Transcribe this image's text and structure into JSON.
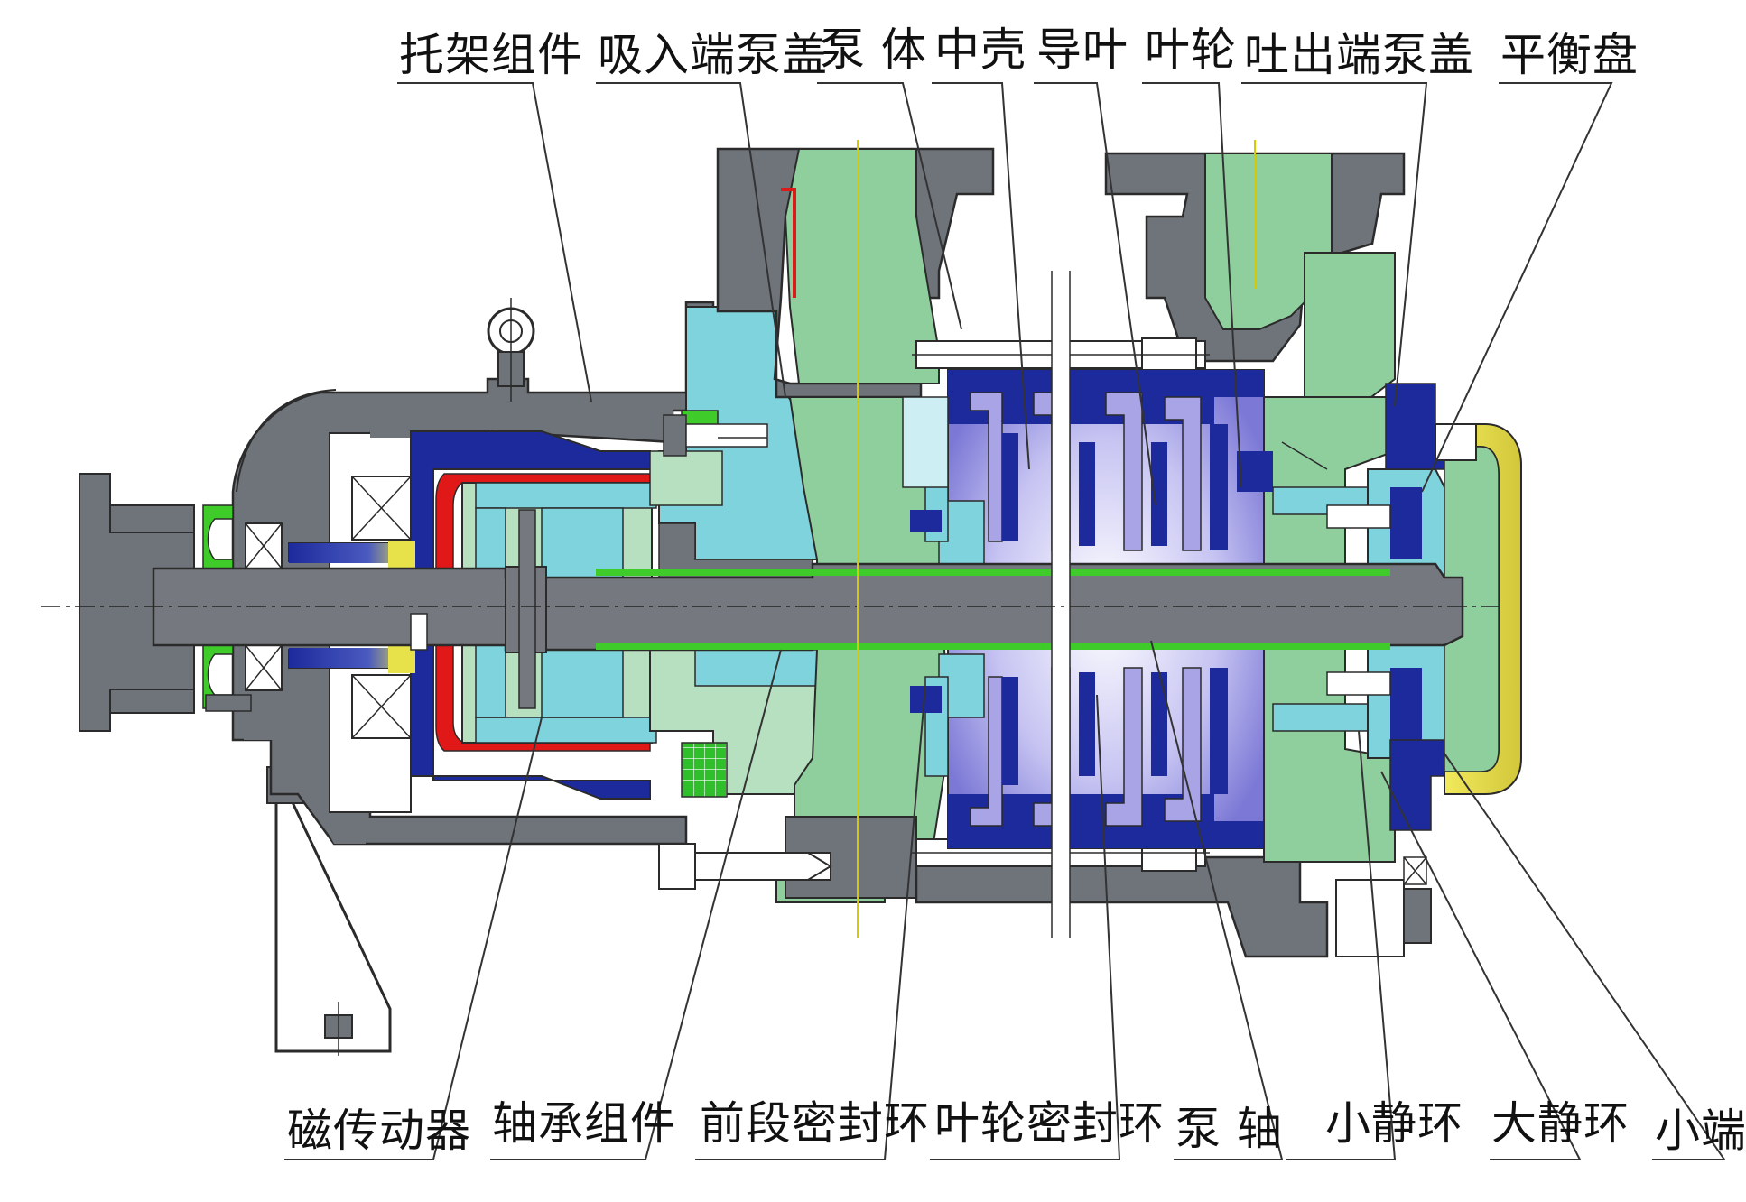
{
  "colors": {
    "casing": "#6f747b",
    "casing_dark": "#5c6168",
    "shaft": "#75797f",
    "green": "#8fcf9e",
    "green_light": "#b7e0c0",
    "cyan": "#7fd3dd",
    "navy": "#1c2a9b",
    "purple": "#a9a4e6",
    "red": "#e01818",
    "yellow": "#e8e24a",
    "bright_green": "#3fcc2a"
  },
  "labels": {
    "bracket_assembly": "托架组件",
    "suction_cover": "吸入端泵盖",
    "pump_body": "泵 体",
    "middle_casing": "中壳",
    "guide_vane": "导叶",
    "impeller": "叶轮",
    "discharge_cover": "吐出端泵盖",
    "balance_disc": "平衡盘",
    "magnetic_drive": "磁传动器",
    "bearing_assembly": "轴承组件",
    "front_seal_ring": "前段密封环",
    "impeller_seal_ring": "叶轮密封环",
    "pump_shaft": "泵 轴",
    "small_static_ring": "小静环",
    "large_static_ring": "大静环",
    "small_end_cover": "小端盖"
  }
}
